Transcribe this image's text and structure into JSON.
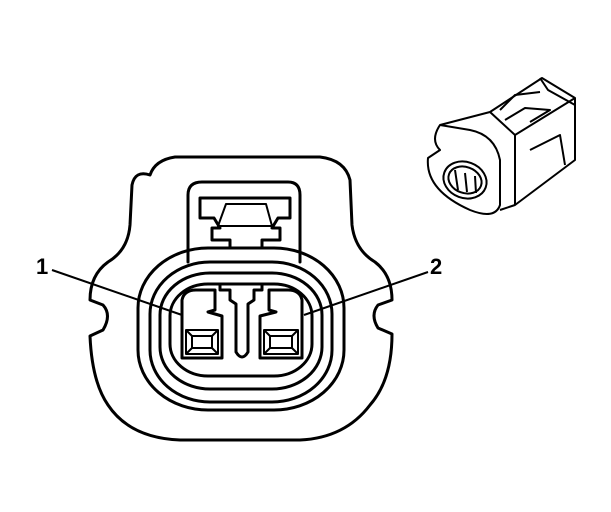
{
  "diagram": {
    "callouts": [
      {
        "id": "pin-1",
        "label": "1"
      },
      {
        "id": "pin-2",
        "label": "2"
      }
    ],
    "line_color": "#000000",
    "background": "#ffffff"
  }
}
